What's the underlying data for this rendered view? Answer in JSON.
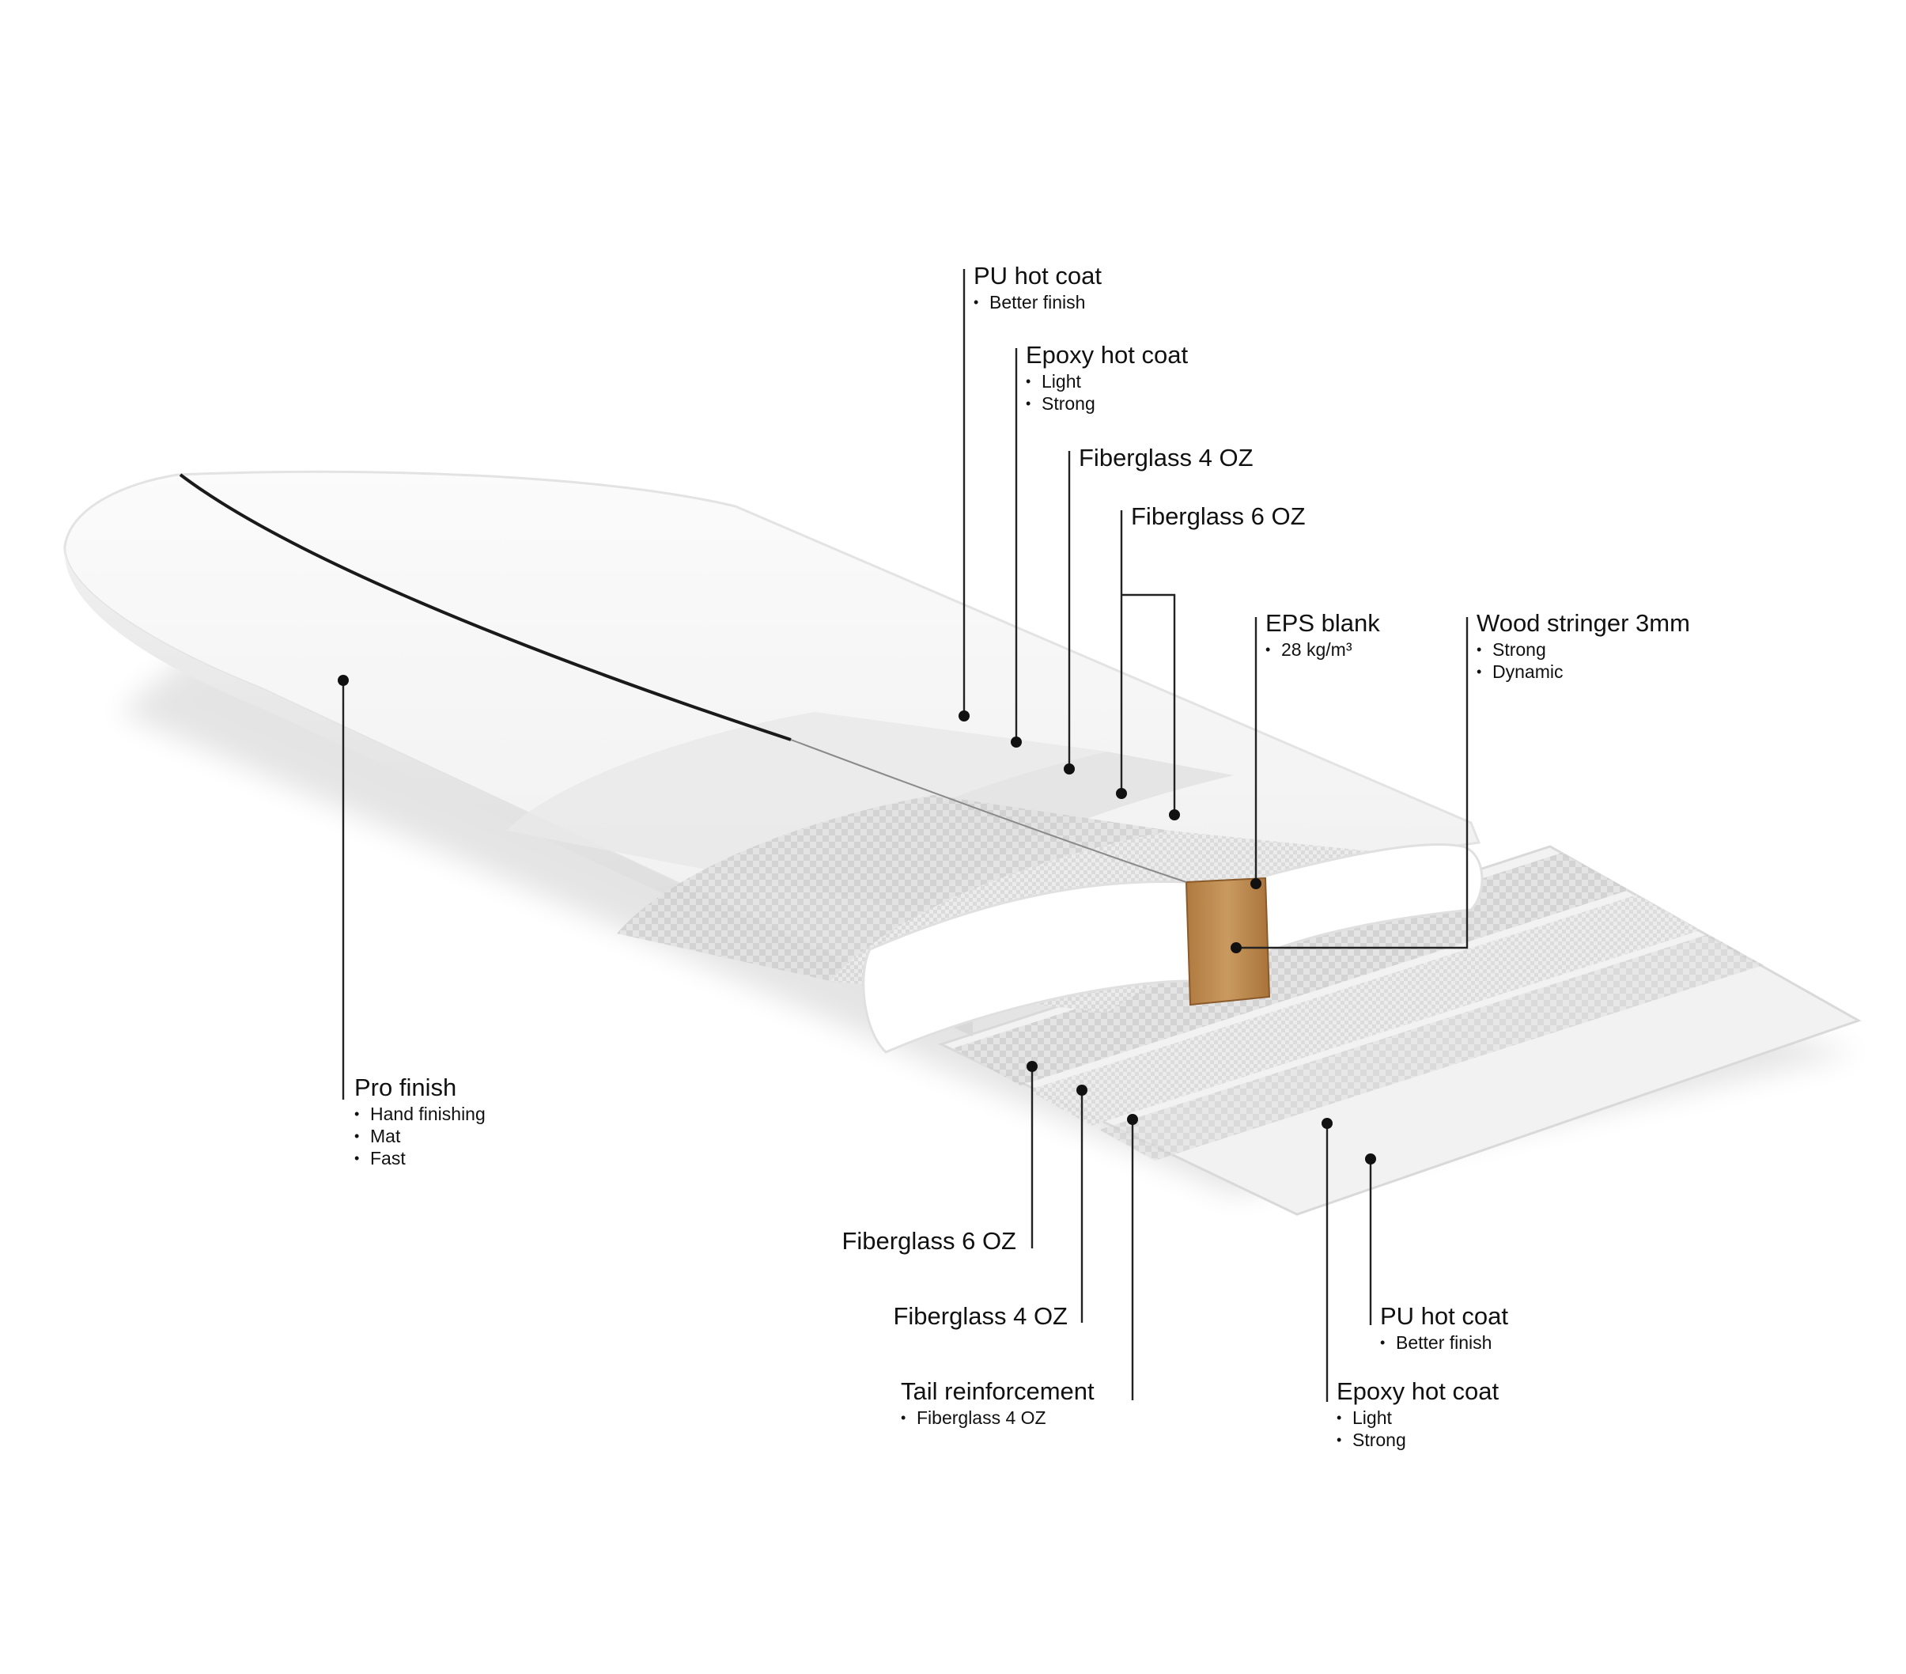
{
  "colors": {
    "board": "#f7f7f7",
    "board_shade": "#e4e4e4",
    "glass": "#d9d9d9",
    "stringer_line": "#1a1a1a",
    "wood": "#c3935a",
    "leader": "#222222"
  },
  "labels": [
    {
      "id": "pu-hot-coat-top",
      "title": "PU hot coat",
      "bullets": [
        "Better finish"
      ]
    },
    {
      "id": "epoxy-hot-coat-top",
      "title": "Epoxy hot coat",
      "bullets": [
        "Light",
        "Strong"
      ]
    },
    {
      "id": "fiberglass-4oz-top",
      "title": "Fiberglass 4 OZ",
      "bullets": []
    },
    {
      "id": "fiberglass-6oz-top",
      "title": "Fiberglass 6 OZ",
      "bullets": []
    },
    {
      "id": "eps-blank",
      "title": "EPS blank",
      "bullets": [
        "28 kg/m³"
      ]
    },
    {
      "id": "wood-stringer",
      "title": "Wood stringer 3mm",
      "bullets": [
        "Strong",
        "Dynamic"
      ]
    },
    {
      "id": "pro-finish",
      "title": "Pro finish",
      "bullets": [
        "Hand finishing",
        "Mat",
        "Fast"
      ]
    },
    {
      "id": "fiberglass-6oz-bottom",
      "title": "Fiberglass 6 OZ",
      "bullets": []
    },
    {
      "id": "fiberglass-4oz-bottom",
      "title": "Fiberglass 4 OZ",
      "bullets": []
    },
    {
      "id": "tail-reinforcement",
      "title": "Tail reinforcement",
      "bullets": [
        "Fiberglass 4 OZ"
      ]
    },
    {
      "id": "pu-hot-coat-bottom",
      "title": "PU hot coat",
      "bullets": [
        "Better finish"
      ]
    },
    {
      "id": "epoxy-hot-coat-bottom",
      "title": "Epoxy hot coat",
      "bullets": [
        "Light",
        "Strong"
      ]
    }
  ]
}
